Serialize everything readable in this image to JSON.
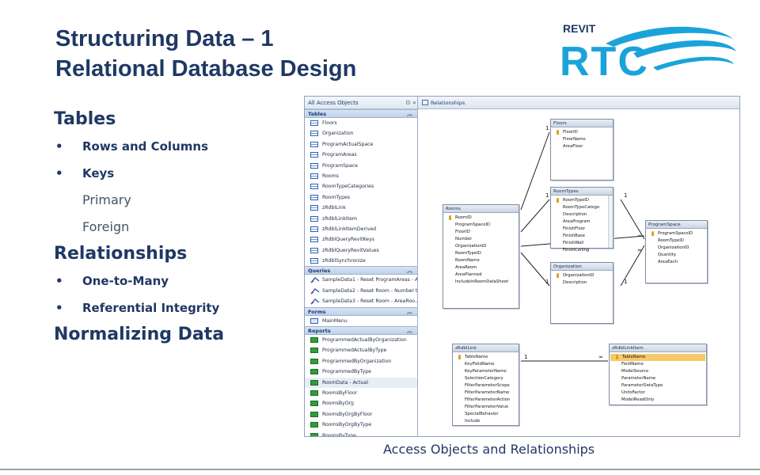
{
  "slide": {
    "title_line1": "Structuring Data – 1",
    "title_line2": "Relational Database Design",
    "caption": "Access Objects and Relationships"
  },
  "logo": {
    "small_text": "REVIT",
    "big_text": "RTC"
  },
  "outline": {
    "tables_heading": "Tables",
    "rows_columns": "Rows and Columns",
    "keys": "Keys",
    "primary": "Primary",
    "foreign": "Foreign",
    "relationships_heading": "Relationships",
    "one_to_many": "One-to-Many",
    "referential_integrity": "Referential Integrity",
    "normalizing_heading": "Normalizing Data"
  },
  "nav": {
    "title": "All Access Objects",
    "groups": {
      "tables": {
        "label": "Tables",
        "items": [
          "Floors",
          "Organization",
          "ProgramActualSpace",
          "ProgramAreas",
          "ProgramSpace",
          "Rooms",
          "RoomTypeCategories",
          "RoomTypes",
          "zRdblLink",
          "zRdblLinkItem",
          "zRdblLinkItemDerived",
          "zRdblQueryRevitKeys",
          "zRdblQueryRevitValues",
          "zRdblSynchronize"
        ]
      },
      "queries": {
        "label": "Queries",
        "items": [
          "SampleData1 - Reset ProgramAreas - A...",
          "SampleData2 - Reset Room - Number t...",
          "SampleData3 - Reset Room - AreaRoo..."
        ]
      },
      "forms": {
        "label": "Forms",
        "items": [
          "MainMenu"
        ]
      },
      "reports": {
        "label": "Reports",
        "items": [
          "ProgrammedActualByOrganization",
          "ProgrammedActualByType",
          "ProgrammedByOrganization",
          "ProgrammedByType",
          "RoomData - Actual",
          "RoomsByFloor",
          "RoomsByOrg",
          "RoomsByOrgByFloor",
          "RoomsByOrgByType",
          "RoomsByType"
        ]
      }
    }
  },
  "relationships": {
    "tab_label": "Relationships",
    "one_label": "1",
    "many_label": "∞",
    "tables": {
      "floors": {
        "name": "Floors",
        "fields": [
          "FloorID",
          "FloorName",
          "AreaFloor"
        ],
        "key": "FloorID"
      },
      "roomtypes": {
        "name": "RoomTypes",
        "fields": [
          "RoomTypeID",
          "RoomTypeCatego",
          "Description",
          "AreaProgram",
          "FinishFloor",
          "FinishBase",
          "FinishWall",
          "FinishCeiling"
        ],
        "key": "RoomTypeID"
      },
      "rooms": {
        "name": "Rooms",
        "fields": [
          "RoomID",
          "ProgramSpaceID",
          "FloorID",
          "Number",
          "OrganizationID",
          "RoomTypeID",
          "RoomName",
          "AreaRoom",
          "AreaPlanned",
          "IncludeInRoomDataSheet"
        ],
        "key": "RoomID"
      },
      "programspace": {
        "name": "ProgramSpace",
        "fields": [
          "ProgramSpaceID",
          "RoomTypeID",
          "OrganizationID",
          "Quantity",
          "AreaEach"
        ],
        "key": "ProgramSpaceID"
      },
      "organization": {
        "name": "Organization",
        "fields": [
          "OrganizationID",
          "Description"
        ],
        "key": "OrganizationID"
      },
      "zrdbllink": {
        "name": "zRdblLink",
        "fields": [
          "TableName",
          "KeyFieldName",
          "KeyParameterName",
          "SelectionCategory",
          "FilterParameterScope",
          "FilterParameterName",
          "FilterParameterAction",
          "FilterParameterValue",
          "SpecialBehavior",
          "Include"
        ],
        "key": "TableName"
      },
      "zrdbllinkitem": {
        "name": "zRdblLinkItem",
        "fields": [
          "TableName",
          "FieldName",
          "ModelSource",
          "ParameterName",
          "ParameterDataType",
          "UnitsFactor",
          "ModelReadOnly"
        ],
        "key": "TableName"
      }
    }
  }
}
